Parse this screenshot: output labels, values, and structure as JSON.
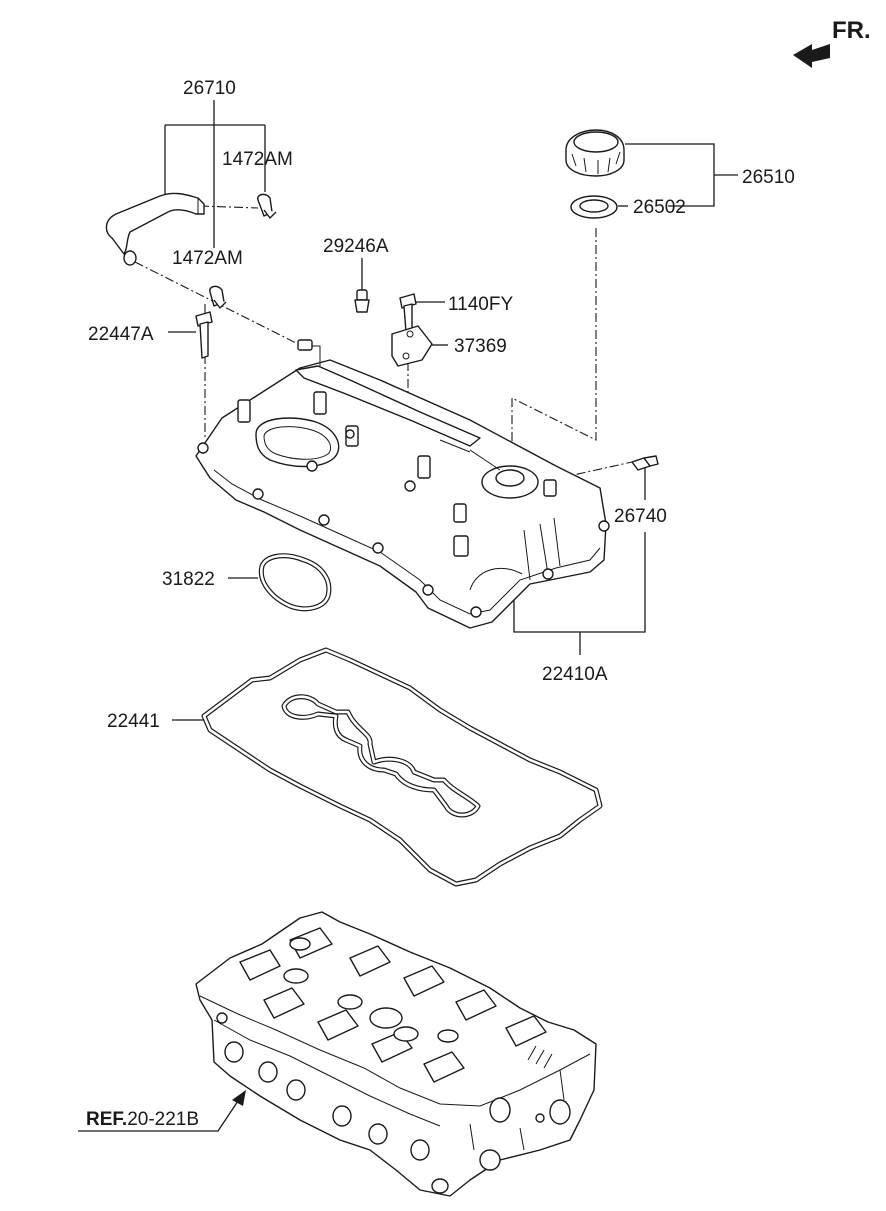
{
  "orientation": {
    "label": "FR."
  },
  "reference": {
    "bold": "REF.",
    "code": "20-221B"
  },
  "parts": {
    "p26710": "26710",
    "p1472AM_top": "1472AM",
    "p1472AM_bottom": "1472AM",
    "p29246A": "29246A",
    "p1140FY": "1140FY",
    "p37369": "37369",
    "p22447A": "22447A",
    "p26510": "26510",
    "p26502": "26502",
    "p26740": "26740",
    "p31822": "31822",
    "p22410A": "22410A",
    "p22441": "22441"
  }
}
